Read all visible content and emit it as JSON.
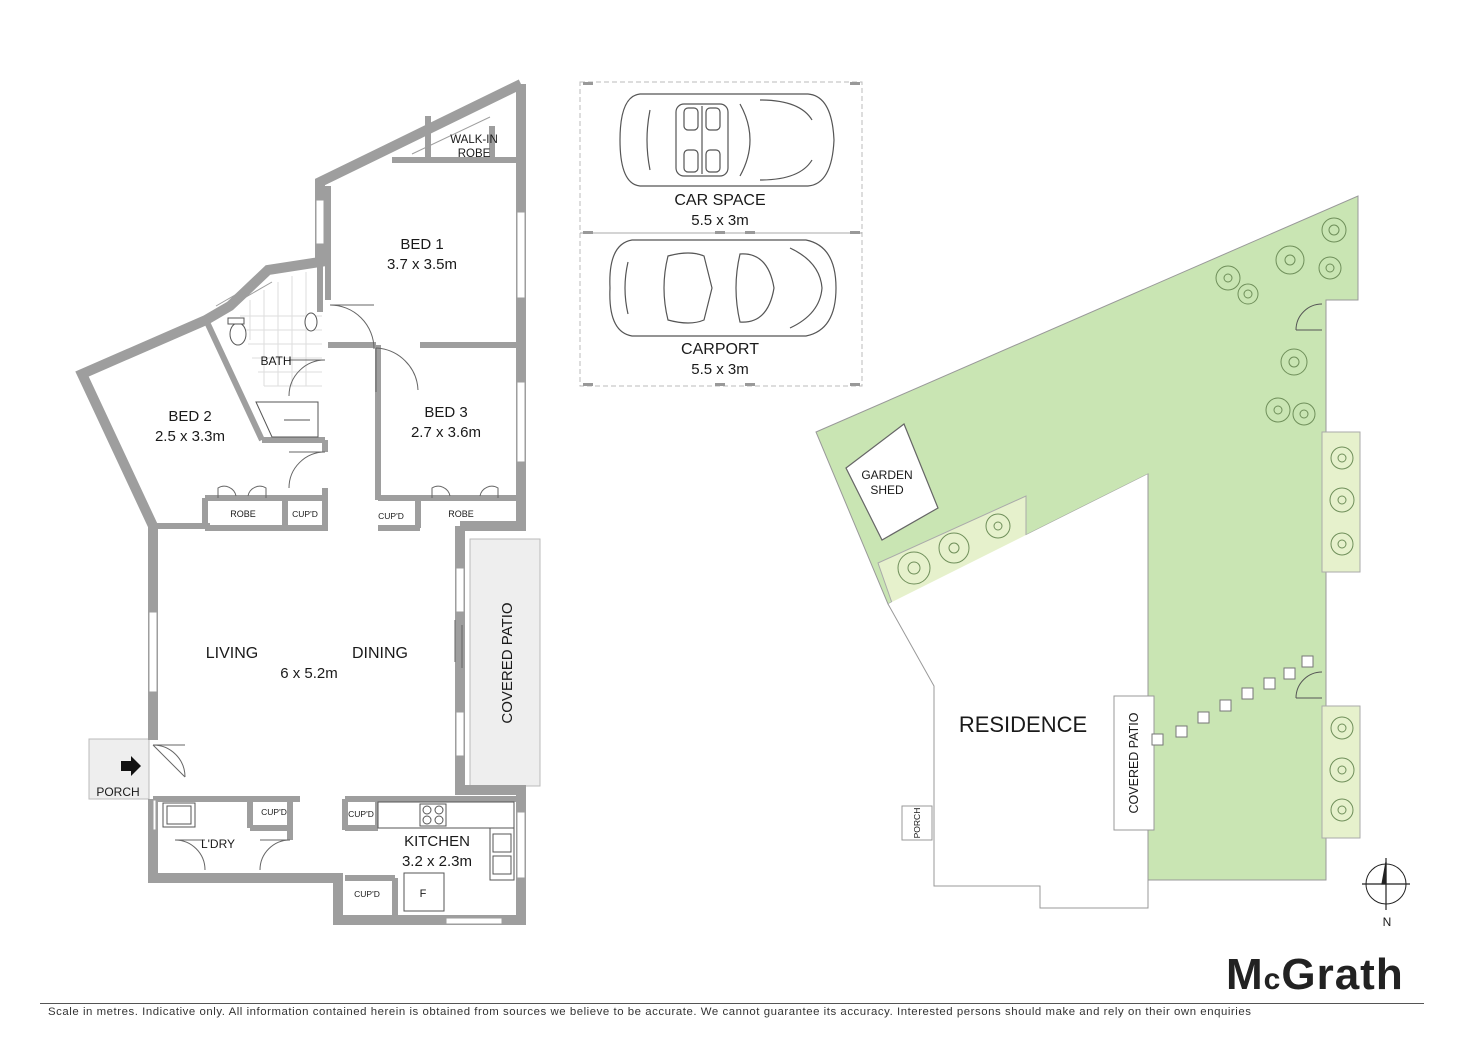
{
  "floorplan": {
    "rooms": {
      "walk_in_robe_l1": "WALK-IN",
      "walk_in_robe_l2": "ROBE",
      "bed1_name": "BED 1",
      "bed1_size": "3.7 x 3.5m",
      "bath": "BATH",
      "bed2_name": "BED 2",
      "bed2_size": "2.5 x 3.3m",
      "bed3_name": "BED 3",
      "bed3_size": "2.7 x 3.6m",
      "robe": "ROBE",
      "cupd": "CUP'D",
      "living": "LIVING",
      "dining": "DINING",
      "living_size": "6 x 5.2m",
      "covered_patio": "COVERED PATIO",
      "porch": "PORCH",
      "laundry": "L'DRY",
      "kitchen_name": "KITCHEN",
      "kitchen_size": "3.2 x 2.3m",
      "fridge": "F"
    },
    "parking": {
      "car_space_name": "CAR SPACE",
      "car_space_size": "5.5 x 3m",
      "carport_name": "CARPORT",
      "carport_size": "5.5 x 3m"
    },
    "site": {
      "garden_shed_l1": "GARDEN",
      "garden_shed_l2": "SHED",
      "residence": "RESIDENCE",
      "covered_patio": "COVERED PATIO",
      "porch": "PORCH",
      "north": "N"
    }
  },
  "colors": {
    "wall": "#9e9e9e",
    "lawn": "#c9e5b3",
    "garden_bed": "#e6f1cc"
  },
  "brand": {
    "logo_main_1": "M",
    "logo_small": "c",
    "logo_main_2": "Grath"
  },
  "footer": {
    "disclaimer": "Scale in metres. Indicative only. All information contained herein is obtained from sources we believe to be accurate. We cannot guarantee its accuracy. Interested persons should make and rely on their own enquiries"
  }
}
